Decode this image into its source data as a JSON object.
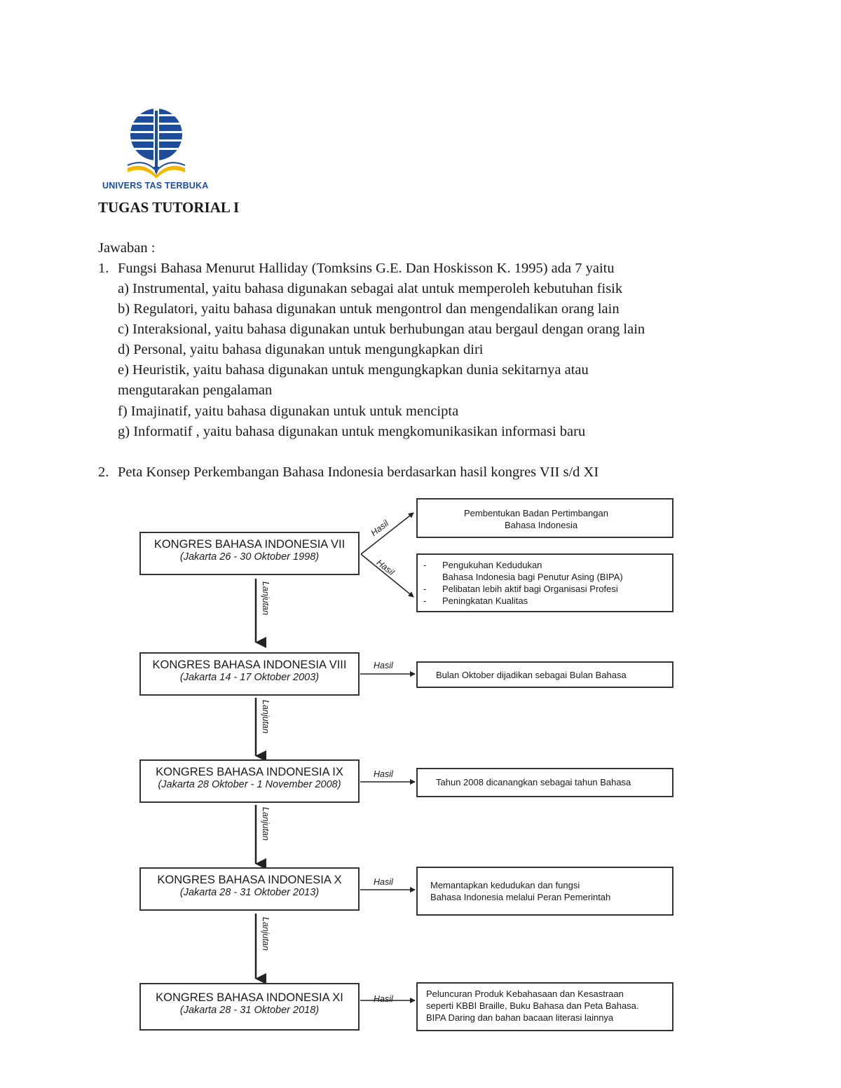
{
  "logo": {
    "text": "UNIVERS TAS TERBUKA",
    "color_blue": "#1e4c9a",
    "color_gold": "#f2b705"
  },
  "title": "TUGAS TUTORIAL I",
  "answer_label": "Jawaban :",
  "q1": {
    "number": "1.",
    "text": "Fungsi Bahasa Menurut Halliday (Tomksins G.E. Dan Hoskisson K. 1995) ada 7 yaitu",
    "items": [
      "a) Instrumental, yaitu bahasa digunakan sebagai alat untuk memperoleh kebutuhan fisik",
      "b) Regulatori, yaitu bahasa digunakan untuk mengontrol dan mengendalikan orang lain",
      "c) Interaksional, yaitu bahasa digunakan untuk berhubungan atau bergaul dengan orang lain",
      "d) Personal, yaitu bahasa digunakan untuk mengungkapkan diri",
      "e) Heuristik, yaitu bahasa digunakan untuk mengungkapkan dunia sekitarnya atau",
      "mengutarakan pengalaman",
      "f) Imajinatif, yaitu bahasa digunakan untuk untuk mencipta",
      "g) Informatif , yaitu bahasa digunakan untuk mengkomunikasikan informasi baru"
    ]
  },
  "q2": {
    "number": "2.",
    "text": "Peta Konsep Perkembangan Bahasa Indonesia berdasarkan hasil kongres VII s/d XI"
  },
  "diagram": {
    "hasil_label": "Hasil",
    "lanjutan_label": "Lanjutan",
    "kongres": [
      {
        "name": "KONGRES BAHASA INDONESIA VII",
        "date": "(Jakarta 26 - 30 Oktober 1998)",
        "results": [
          {
            "lines": [
              "Pembentukan Badan Pertimbangan",
              "Bahasa Indonesia"
            ]
          },
          {
            "bullets": [
              {
                "dash": "-",
                "lines": [
                  "Pengukuhan Kedudukan",
                  "Bahasa Indonesia bagi Penutur Asing (BIPA)"
                ]
              },
              {
                "dash": "-",
                "lines": [
                  "Pelibatan lebih aktif bagi Organisasi Profesi"
                ]
              },
              {
                "dash": "-",
                "lines": [
                  "Peningkatan Kualitas"
                ]
              }
            ]
          }
        ]
      },
      {
        "name": "KONGRES BAHASA INDONESIA VIII",
        "date": "(Jakarta 14 - 17 Oktober 2003)",
        "results": [
          {
            "lines": [
              "Bulan Oktober dijadikan sebagai Bulan Bahasa"
            ]
          }
        ]
      },
      {
        "name": "KONGRES BAHASA INDONESIA IX",
        "date": "(Jakarta 28 Oktober - 1 November 2008)",
        "results": [
          {
            "lines": [
              "Tahun 2008 dicanangkan sebagai tahun Bahasa"
            ]
          }
        ]
      },
      {
        "name": "KONGRES BAHASA INDONESIA X",
        "date": "(Jakarta 28 - 31 Oktober 2013)",
        "results": [
          {
            "lines": [
              "Memantapkan kedudukan dan fungsi",
              " Bahasa Indonesia melalui Peran Pemerintah"
            ]
          }
        ]
      },
      {
        "name": "KONGRES BAHASA INDONESIA XI",
        "date": "(Jakarta 28 - 31 Oktober 2018)",
        "results": [
          {
            "lines": [
              "Peluncuran Produk Kebahasaan dan Kesastraan",
              "seperti KBBI Braille, Buku Bahasa dan Peta Bahasa.",
              "BIPA Daring dan bahan bacaan literasi lainnya"
            ]
          }
        ]
      }
    ]
  }
}
